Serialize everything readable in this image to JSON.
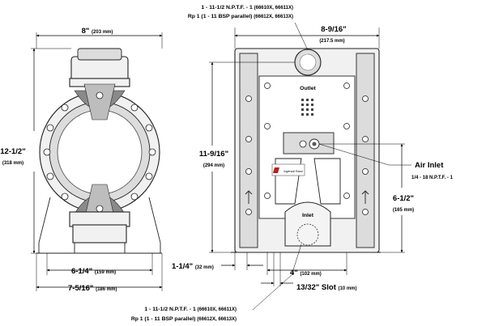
{
  "dimensions": {
    "width_8": {
      "main": "8\"",
      "metric": "(203 mm)"
    },
    "width_8_9_16": {
      "main": "8-9/16\"",
      "metric": "(217.5 mm)"
    },
    "height_12_1_2": {
      "main": "12-1/2\"",
      "metric": "(318 mm)"
    },
    "height_11_9_16": {
      "main": "11-9/16\"",
      "metric": "(294 mm)"
    },
    "height_6_1_2": {
      "main": "6-1/2\"",
      "metric": "(165 mm)"
    },
    "base_6_1_4": {
      "main": "6-1/4\"",
      "metric": "(159 mm)"
    },
    "base_7_5_16": {
      "main": "7-5/16\"",
      "metric": "(186 mm)"
    },
    "base_1_1_4": {
      "main": "1-1/4\"",
      "metric": "(32 mm)"
    },
    "base_4": {
      "main": "4\"",
      "metric": "(102 mm)"
    },
    "slot": {
      "main": "13/32\" Slot",
      "metric": "(10 mm)"
    }
  },
  "outlet_callout": {
    "npt_main": "1 - 11-1/2 N.P.T.F. - 1",
    "npt_models": "(66610X, 66611X)",
    "bsp_main": "Rp 1 (1 - 11 BSP parallel)",
    "bsp_models": "(66612X, 66613X)"
  },
  "inlet_callout": {
    "npt_main": "1 - 11-1/2 N.P.T.F. - 1",
    "npt_models": "(66610X, 66611X)",
    "bsp_main": "Rp 1 (1 - 11 BSP parallel)",
    "bsp_models": "(66612X, 66613X)"
  },
  "air_inlet": {
    "label": "Air Inlet",
    "spec": "1/4 - 18 N.P.T.F. - 1"
  },
  "pump_labels": {
    "outlet": "Outlet",
    "inlet": "Inlet",
    "brand": "Ingersoll Rand"
  }
}
